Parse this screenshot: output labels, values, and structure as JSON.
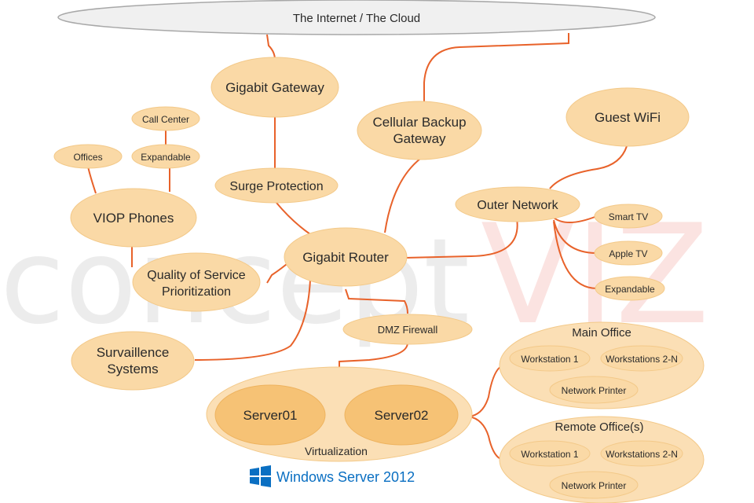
{
  "watermark": {
    "part1": "concept",
    "part2": "VIZ"
  },
  "colors": {
    "node_fill": "#fad9a6",
    "node_stroke": "#f3c989",
    "group_fill": "#fbdfb5",
    "server_fill": "#f6c275",
    "connector": "#e8622a",
    "cloud_fill": "#f0f0f0",
    "cloud_stroke": "#a8a8a8",
    "windows_blue": "#0a6fc2"
  },
  "nodes": {
    "cloud": "The Internet / The Cloud",
    "gigabit_gateway": "Gigabit Gateway",
    "cellular_backup_line1": "Cellular Backup",
    "cellular_backup_line2": "Gateway",
    "guest_wifi": "Guest WiFi",
    "call_center": "Call Center",
    "offices": "Offices",
    "expandable_voip": "Expandable",
    "surge_protection": "Surge Protection",
    "outer_network": "Outer Network",
    "smart_tv": "Smart TV",
    "apple_tv": "Apple TV",
    "expandable_outer": "Expandable",
    "viop_phones": "VIOP Phones",
    "gigabit_router": "Gigabit Router",
    "qos_line1": "Quality of Service",
    "qos_line2": "Prioritization",
    "dmz_firewall": "DMZ Firewall",
    "surveillance_line1": "Survaillence",
    "surveillance_line2": "Systems",
    "server01": "Server01",
    "server02": "Server02",
    "virtualization": "Virtualization"
  },
  "main_office": {
    "title": "Main Office",
    "workstation1": "Workstation 1",
    "workstations_n": "Workstations 2-N",
    "printer": "Network Printer"
  },
  "remote_office": {
    "title": "Remote Office(s)",
    "workstation1": "Workstation 1",
    "workstations_n": "Workstations 2-N",
    "printer": "Network Printer"
  },
  "windows_logo_text": "Windows Server 2012"
}
